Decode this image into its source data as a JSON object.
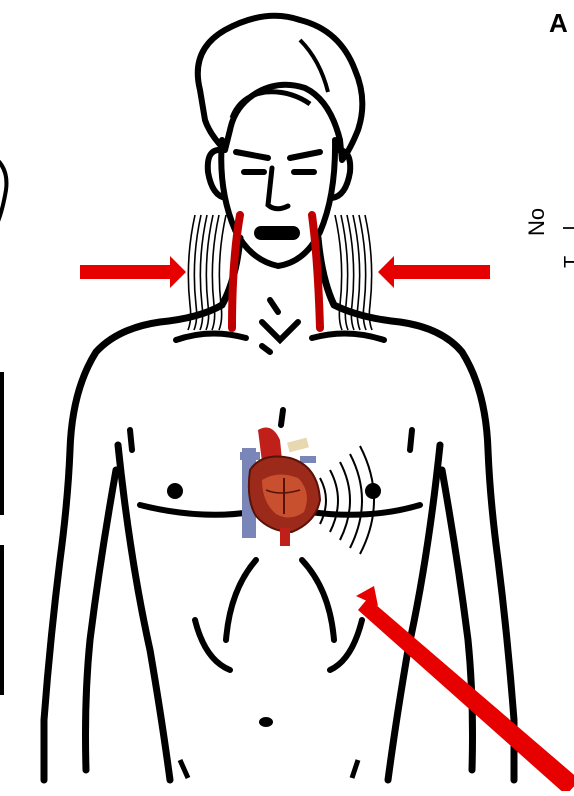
{
  "panel": {
    "letter": "A",
    "side_text_no": "No",
    "side_text_partial": "T.. ..l .."
  },
  "figure": {
    "heart_colors": {
      "muscle": "#9b2a1a",
      "chamber": "#c8502f",
      "vessel_light": "#e8d8b0",
      "vessel_blue": "#7a86b8"
    },
    "indicator_color": "#e60000",
    "vein_color": "#c00000",
    "outline_color": "#000000"
  }
}
